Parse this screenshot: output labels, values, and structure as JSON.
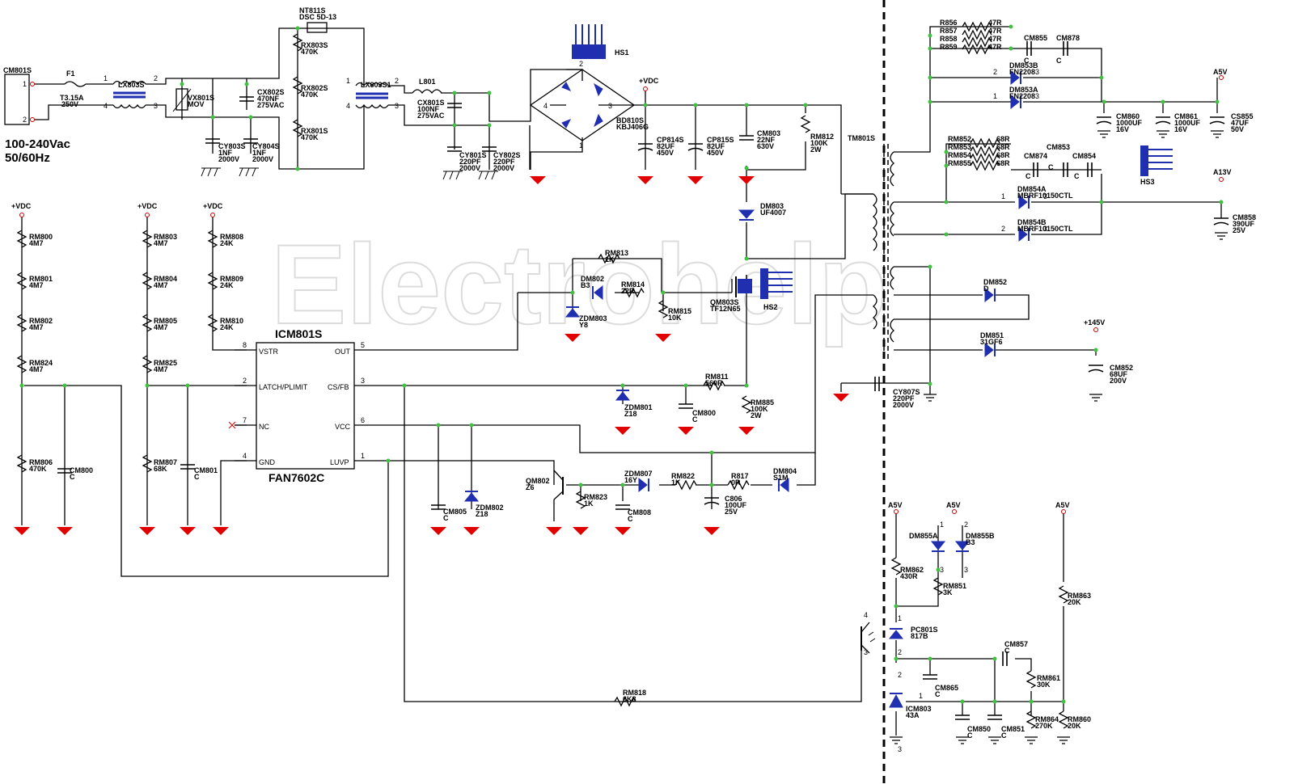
{
  "watermark": "Electrohelp",
  "input": {
    "connector": "CM801S",
    "pin1": "1",
    "pin2": "2",
    "voltage": "100-240Vac",
    "frequency": "50/60Hz"
  },
  "parts": [
    {
      "ref": "F1",
      "value": "T3.15A",
      "value2": "250V"
    },
    {
      "ref": "LX803S",
      "value": "",
      "value2": ""
    },
    {
      "ref": "VX801S",
      "value": "MOV",
      "value2": ""
    },
    {
      "ref": "CX802S",
      "value": "470NF",
      "value2": "275VAC"
    },
    {
      "ref": "CY803S",
      "value": "1NF",
      "value2": "2000V"
    },
    {
      "ref": "CY804S",
      "value": "1NF",
      "value2": "2000V"
    },
    {
      "ref": "NT811S",
      "value": "DSC 5D-13",
      "value2": ""
    },
    {
      "ref": "RX803S",
      "value": "470K",
      "value2": ""
    },
    {
      "ref": "RX802S",
      "value": "470K",
      "value2": ""
    },
    {
      "ref": "RX801S",
      "value": "470K",
      "value2": ""
    },
    {
      "ref": "LX803S1",
      "value": "",
      "value2": ""
    },
    {
      "ref": "L801",
      "value": "",
      "value2": ""
    },
    {
      "ref": "CX801S",
      "value": "100NF",
      "value2": "275VAC"
    },
    {
      "ref": "CY801S",
      "value": "220PF",
      "value2": "2000V"
    },
    {
      "ref": "CY802S",
      "value": "220PF",
      "value2": "2000V"
    },
    {
      "ref": "HS1",
      "value": "",
      "value2": ""
    },
    {
      "ref": "BD810S",
      "value": "KBJ406G",
      "value2": ""
    },
    {
      "ref": "CP814S",
      "value": "82UF",
      "value2": "450V"
    },
    {
      "ref": "CP815S",
      "value": "82UF",
      "value2": "450V"
    },
    {
      "ref": "CM803",
      "value": "22NF",
      "value2": "630V"
    },
    {
      "ref": "RM812",
      "value": "100K",
      "value2": "2W"
    },
    {
      "ref": "DM803",
      "value": "UF4007",
      "value2": ""
    },
    {
      "ref": "RM813",
      "value": "1K",
      "value2": ""
    },
    {
      "ref": "DM802",
      "value": "B3",
      "value2": ""
    },
    {
      "ref": "RM814",
      "value": "22R",
      "value2": ""
    },
    {
      "ref": "ZDM803",
      "value": "Y8",
      "value2": ""
    },
    {
      "ref": "RM815",
      "value": "10K",
      "value2": ""
    },
    {
      "ref": "QM803S",
      "value": "TF12N65",
      "value2": ""
    },
    {
      "ref": "HS2",
      "value": "",
      "value2": ""
    },
    {
      "ref": "RM811",
      "value": "560R",
      "value2": ""
    },
    {
      "ref": "ZDM801",
      "value": "Z18",
      "value2": ""
    },
    {
      "ref": "CM800",
      "value": "C",
      "value2": ""
    },
    {
      "ref": "RM885",
      "value": "100K",
      "value2": "2W"
    },
    {
      "ref": "RM800",
      "value": "4M7",
      "value2": ""
    },
    {
      "ref": "RM801",
      "value": "4M7",
      "value2": ""
    },
    {
      "ref": "RM802",
      "value": "4M7",
      "value2": ""
    },
    {
      "ref": "RM824",
      "value": "4M7",
      "value2": ""
    },
    {
      "ref": "RM806",
      "value": "470K",
      "value2": ""
    },
    {
      "ref": "CM800",
      "value": "C",
      "value2": ""
    },
    {
      "ref": "RM803",
      "value": "4M7",
      "value2": ""
    },
    {
      "ref": "RM804",
      "value": "4M7",
      "value2": ""
    },
    {
      "ref": "RM805",
      "value": "4M7",
      "value2": ""
    },
    {
      "ref": "RM825",
      "value": "4M7",
      "value2": ""
    },
    {
      "ref": "RM807",
      "value": "68K",
      "value2": ""
    },
    {
      "ref": "CM801",
      "value": "C",
      "value2": ""
    },
    {
      "ref": "RM808",
      "value": "24K",
      "value2": ""
    },
    {
      "ref": "RM809",
      "value": "24K",
      "value2": ""
    },
    {
      "ref": "RM810",
      "value": "24K",
      "value2": ""
    },
    {
      "ref": "CM805",
      "value": "C",
      "value2": ""
    },
    {
      "ref": "ZDM802",
      "value": "Z18",
      "value2": ""
    },
    {
      "ref": "QM802",
      "value": "Z6",
      "value2": ""
    },
    {
      "ref": "RM823",
      "value": "1K",
      "value2": ""
    },
    {
      "ref": "CM808",
      "value": "C",
      "value2": ""
    },
    {
      "ref": "ZDM807",
      "value": "16Y",
      "value2": ""
    },
    {
      "ref": "RM822",
      "value": "1K",
      "value2": ""
    },
    {
      "ref": "C806",
      "value": "100UF",
      "value2": "25V"
    },
    {
      "ref": "R817",
      "value": "0R",
      "value2": ""
    },
    {
      "ref": "DM804",
      "value": "S1M",
      "value2": ""
    },
    {
      "ref": "RM818",
      "value": "6K8",
      "value2": ""
    },
    {
      "ref": "TM801S",
      "value": "",
      "value2": ""
    },
    {
      "ref": "CY807S",
      "value": "220PF",
      "value2": "2000V"
    },
    {
      "ref": "R856",
      "value": "47R",
      "value2": ""
    },
    {
      "ref": "R857",
      "value": "47R",
      "value2": ""
    },
    {
      "ref": "R858",
      "value": "47R",
      "value2": ""
    },
    {
      "ref": "R859",
      "value": "47R",
      "value2": ""
    },
    {
      "ref": "CM855",
      "value": "C",
      "value2": ""
    },
    {
      "ref": "CM878",
      "value": "C",
      "value2": ""
    },
    {
      "ref": "DM853B",
      "value": "FN2208",
      "value2": ""
    },
    {
      "ref": "DM853A",
      "value": "FN2208",
      "value2": ""
    },
    {
      "ref": "CM860",
      "value": "1000UF",
      "value2": "16V"
    },
    {
      "ref": "CM861",
      "value": "1000UF",
      "value2": "16V"
    },
    {
      "ref": "CS855",
      "value": "47UF",
      "value2": "50V"
    },
    {
      "ref": "RM852",
      "value": "68R",
      "value2": ""
    },
    {
      "ref": "RM853",
      "value": "68R",
      "value2": ""
    },
    {
      "ref": "RM854",
      "value": "68R",
      "value2": ""
    },
    {
      "ref": "RM855",
      "value": "68R",
      "value2": ""
    },
    {
      "ref": "CM874",
      "value": "C",
      "value2": ""
    },
    {
      "ref": "CM853",
      "value": "C",
      "value2": ""
    },
    {
      "ref": "CM854",
      "value": "C",
      "value2": ""
    },
    {
      "ref": "HS3",
      "value": "",
      "value2": ""
    },
    {
      "ref": "DM854A",
      "value": "MBRF10150CTL",
      "value2": ""
    },
    {
      "ref": "DM854B",
      "value": "MBRF10150CTL",
      "value2": ""
    },
    {
      "ref": "CM858",
      "value": "390UF",
      "value2": "25V"
    },
    {
      "ref": "DM852",
      "value": "D",
      "value2": ""
    },
    {
      "ref": "DM851",
      "value": "31GF6",
      "value2": ""
    },
    {
      "ref": "CM852",
      "value": "68UF",
      "value2": "200V"
    },
    {
      "ref": "DM855A",
      "value": "",
      "value2": ""
    },
    {
      "ref": "DM855B",
      "value": "B3",
      "value2": ""
    },
    {
      "ref": "RM862",
      "value": "430R",
      "value2": ""
    },
    {
      "ref": "RM851",
      "value": "3K",
      "value2": ""
    },
    {
      "ref": "RM863",
      "value": "20K",
      "value2": ""
    },
    {
      "ref": "PC801S",
      "value": "817B",
      "value2": ""
    },
    {
      "ref": "CM857",
      "value": "C",
      "value2": ""
    },
    {
      "ref": "CM865",
      "value": "C",
      "value2": ""
    },
    {
      "ref": "RM861",
      "value": "30K",
      "value2": ""
    },
    {
      "ref": "ICM803",
      "value": "43A",
      "value2": ""
    },
    {
      "ref": "CM850",
      "value": "C",
      "value2": ""
    },
    {
      "ref": "CM851",
      "value": "C",
      "value2": ""
    },
    {
      "ref": "RM864",
      "value": "270K",
      "value2": ""
    },
    {
      "ref": "RM860",
      "value": "20K",
      "value2": ""
    }
  ],
  "ic": {
    "ref": "ICM801S",
    "part": "FAN7602C",
    "pins": [
      {
        "num": "8",
        "name": "VSTR"
      },
      {
        "num": "2",
        "name": "LATCH/PLIMIT"
      },
      {
        "num": "7",
        "name": "NC"
      },
      {
        "num": "4",
        "name": "GND"
      },
      {
        "num": "5",
        "name": "OUT"
      },
      {
        "num": "3",
        "name": "CS/FB"
      },
      {
        "num": "6",
        "name": "VCC"
      },
      {
        "num": "1",
        "name": "LUVP"
      }
    ]
  },
  "nets": {
    "vdc": "+VDC",
    "a5v": "A5V",
    "a13v": "A13V",
    "b145v": "+145V"
  },
  "pin_numbers": [
    "1",
    "2",
    "3",
    "4"
  ],
  "colors": {
    "junction": "#3fc23f",
    "ground": "#e00000",
    "diode": "#1f2fb0"
  }
}
